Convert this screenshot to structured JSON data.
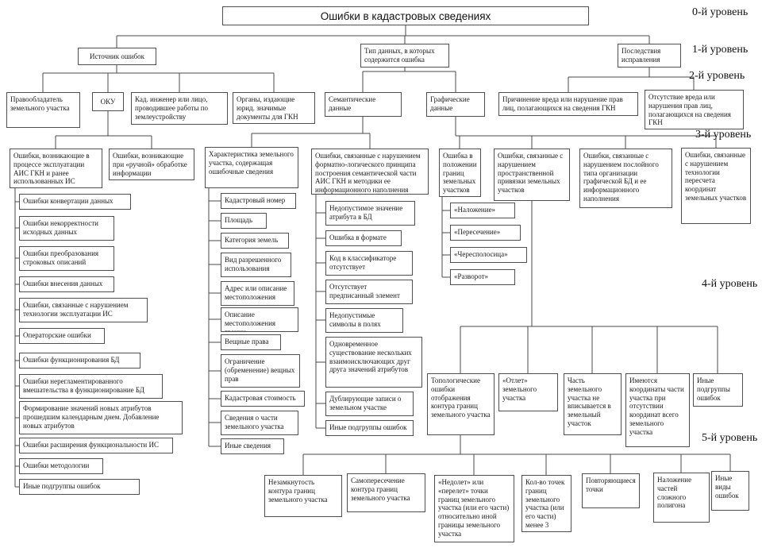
{
  "title": "Ошибки в кадастровых сведениях",
  "colors": {
    "box_border": "#4f4f4f",
    "connector": "#4a4a4a",
    "background": "#ffffff"
  },
  "levels": [
    "0-й уровень",
    "1-й уровень",
    "2-й уровень",
    "3-й уровень",
    "4-й уровень",
    "5-й уровень"
  ],
  "nodes": {
    "istochnik": {
      "label": "Источник ошибок"
    },
    "tip_dannykh": {
      "label": "Тип данных, в которых содержится ошибка"
    },
    "posledstviya": {
      "label": "Последствия исправления"
    },
    "pravoobladatel": {
      "label": "Правообладатель земельного участка"
    },
    "oku": {
      "label": "ОКУ"
    },
    "kad_inzhener": {
      "label": "Кад. инженер или лицо, проводившее работы по землеустройству"
    },
    "organy": {
      "label": "Органы, издающие юрид. значимые документы для ГКН"
    },
    "semantich": {
      "label": "Семантические данные"
    },
    "grafich": {
      "label": "Графические данные"
    },
    "prichinenie": {
      "label": "Причинение вреда или нарушение прав лиц, полагающихся на сведения ГКН"
    },
    "otsutstvie": {
      "label": "Отсутствие вреда или нарушения прав лиц, полагающихся на сведения ГКН"
    },
    "expl": {
      "label": "Ошибки, возникающие в процессе эксплуатации АИС ГКН и ранее использованных ИС"
    },
    "ruchnoy": {
      "label": "Ошибки, возникающие при «ручной» обработке информации"
    },
    "kharakteristika": {
      "label": "Характеристика земельного участка, содержащая ошибочные сведения"
    },
    "formatno": {
      "label": "Ошибки, связанные с нарушением форматно-логического принципа построения семантической части АИС ГКН и методики ее информационного наполнения"
    },
    "polozhenie": {
      "label": "Ошибка в положении границ земельных участков"
    },
    "prostranstv": {
      "label": "Ошибки, связанные с нарушением пространственной привязки земельных участков"
    },
    "posloyny": {
      "label": "Ошибки, связанные с нарушением послойного типа организации графической БД и ее информационного наполнения"
    },
    "pereschet": {
      "label": "Ошибки, связанные с нарушением технологии пересчета координат земельных участков"
    },
    "konvert": {
      "label": "Ошибки конвертации данных"
    },
    "nekorrekt": {
      "label": "Ошибки некорректности исходных данных"
    },
    "preobraz": {
      "label": "Ошибки преобразования строковых описаний"
    },
    "vnesenie": {
      "label": "Ошибки внесения данных"
    },
    "narush_tekhnol": {
      "label": "Ошибки, связанные с нарушением технологии эксплуатации ИС"
    },
    "operator": {
      "label": "Операторские ошибки"
    },
    "funkts_bd": {
      "label": "Ошибки функционирования БД"
    },
    "nereglament": {
      "label": "Ошибки нерегламентированного вмешательства в функционирование БД"
    },
    "formirovanie": {
      "label": "Формирование значений новых атрибутов прошедшим календарным днем. Добавление новых атрибутов"
    },
    "rasshirenie": {
      "label": "Ошибки расширения функциональности ИС"
    },
    "metodologii": {
      "label": "Ошибки методологии"
    },
    "inye_podgruppy_is": {
      "label": "Иные подгруппы ошибок"
    },
    "kad_nomer": {
      "label": "Кадастровый номер"
    },
    "ploshchad": {
      "label": "Площадь"
    },
    "kategoriya": {
      "label": "Категория земель"
    },
    "vid_razresh": {
      "label": "Вид разрешенного использования"
    },
    "adres": {
      "label": "Адрес или описание местоположения"
    },
    "opisanie_granits": {
      "label": "Описание местоположения границ"
    },
    "veshchnye": {
      "label": "Вещные права"
    },
    "ogranichenie": {
      "label": "Ограничение (обременение) вещных прав"
    },
    "kadastr_stoimost": {
      "label": "Кадастровая стоимость"
    },
    "svedeniya_chasti": {
      "label": "Сведения о части земельного участка"
    },
    "inye_svedeniya": {
      "label": "Иные сведения"
    },
    "nedopustimoe": {
      "label": "Недопустимое значение атрибута в БД"
    },
    "format_err": {
      "label": "Ошибка в формате"
    },
    "kod_klassif": {
      "label": "Код в классификаторе отсутствует"
    },
    "otsutstvuet_element": {
      "label": "Отсутствует предписанный элемент"
    },
    "nedop_simvoly": {
      "label": "Недопустимые символы в полях"
    },
    "odnovremennoe": {
      "label": "Одновременное существование нескольких взаимоисключающих друг друга значений атрибутов"
    },
    "dubl": {
      "label": "Дублирующие записи о земельном участке"
    },
    "inye_podgruppy_sem": {
      "label": "Иные подгруппы ошибок"
    },
    "nalozhenie": {
      "label": "«Наложение»"
    },
    "peresechenie": {
      "label": "«Пересечение»"
    },
    "cherespolositsa": {
      "label": "«Чересполосица»"
    },
    "razvorot": {
      "label": "«Разворот»"
    },
    "topolog": {
      "label": "Топологические ошибки отображения контура границ земельного участка"
    },
    "otlet": {
      "label": "«Отлет» земельного участка"
    },
    "chast_ne_vpis": {
      "label": "Часть земельного участка не вписывается в земельный участок"
    },
    "imeyutsya": {
      "label": "Имеются координаты части участка при отсутствии координат всего земельного участка"
    },
    "inye_podgruppy_graf": {
      "label": "Иные подгруппы ошибок"
    },
    "nezamknutost": {
      "label": "Незамкнутость контура границ земельного участка"
    },
    "samoperesechenie": {
      "label": "Самопересечение контура границ земельного участка"
    },
    "nedolet": {
      "label": "«Недолет» или «перелет» точки границ земельного участка (или его части) относительно иной границы земельного участка"
    },
    "kolvo_tochek": {
      "label": "Кол-во точек границ земельного участка (или его части) менее 3"
    },
    "povtor_tochki": {
      "label": "Повторяющиеся точки"
    },
    "nalozhenie_chastey": {
      "label": "Наложение частей сложного полигона"
    },
    "inye_vidy": {
      "label": "Иные виды ошибок"
    }
  }
}
